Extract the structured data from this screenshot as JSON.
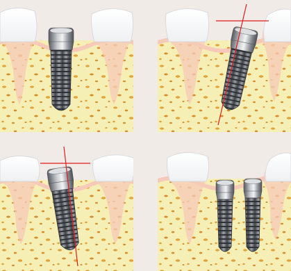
{
  "figure": {
    "panels": [
      {
        "name": "implant-upright"
      },
      {
        "name": "implant-tilted-with-guide-lines"
      },
      {
        "name": "implant-tilted-with-guide-lines-alt"
      },
      {
        "name": "two-implants"
      }
    ],
    "colors": {
      "background": "#f1ebe8",
      "bone": "#f5efb5",
      "bone_speckle": "#e3a33b",
      "gum": "#f6c9b8",
      "tooth": "#ffffff",
      "implant": "#7b7f84",
      "guide_line": "#e01b1b"
    }
  }
}
